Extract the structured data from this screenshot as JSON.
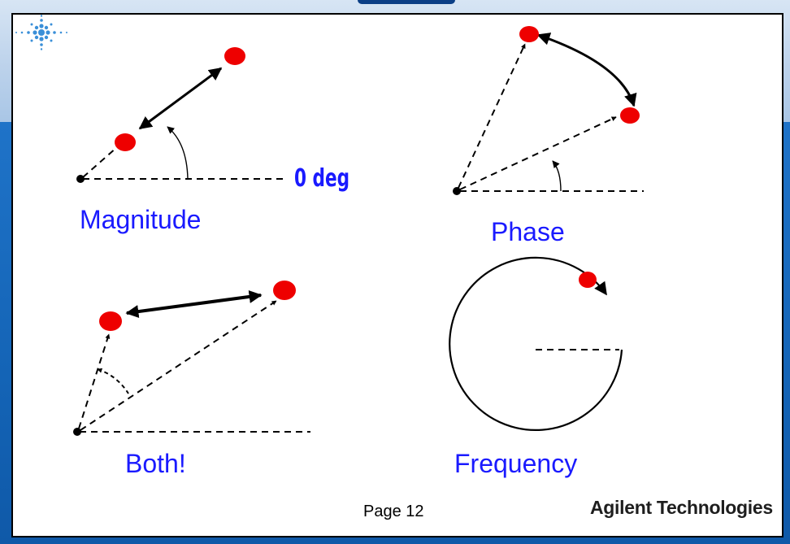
{
  "labels": {
    "magnitude": "Magnitude",
    "phase": "Phase",
    "both": "Both!",
    "frequency": "Frequency",
    "zero_deg": "0 deg"
  },
  "footer": {
    "page": "Page 12",
    "brand": "Agilent Technologies"
  },
  "colors": {
    "panel_border": "#000000",
    "label_text": "#1a1aff",
    "marker": "#ee0000",
    "background_top": "#c4d8ef",
    "background_bottom": "#1b6dc2"
  }
}
